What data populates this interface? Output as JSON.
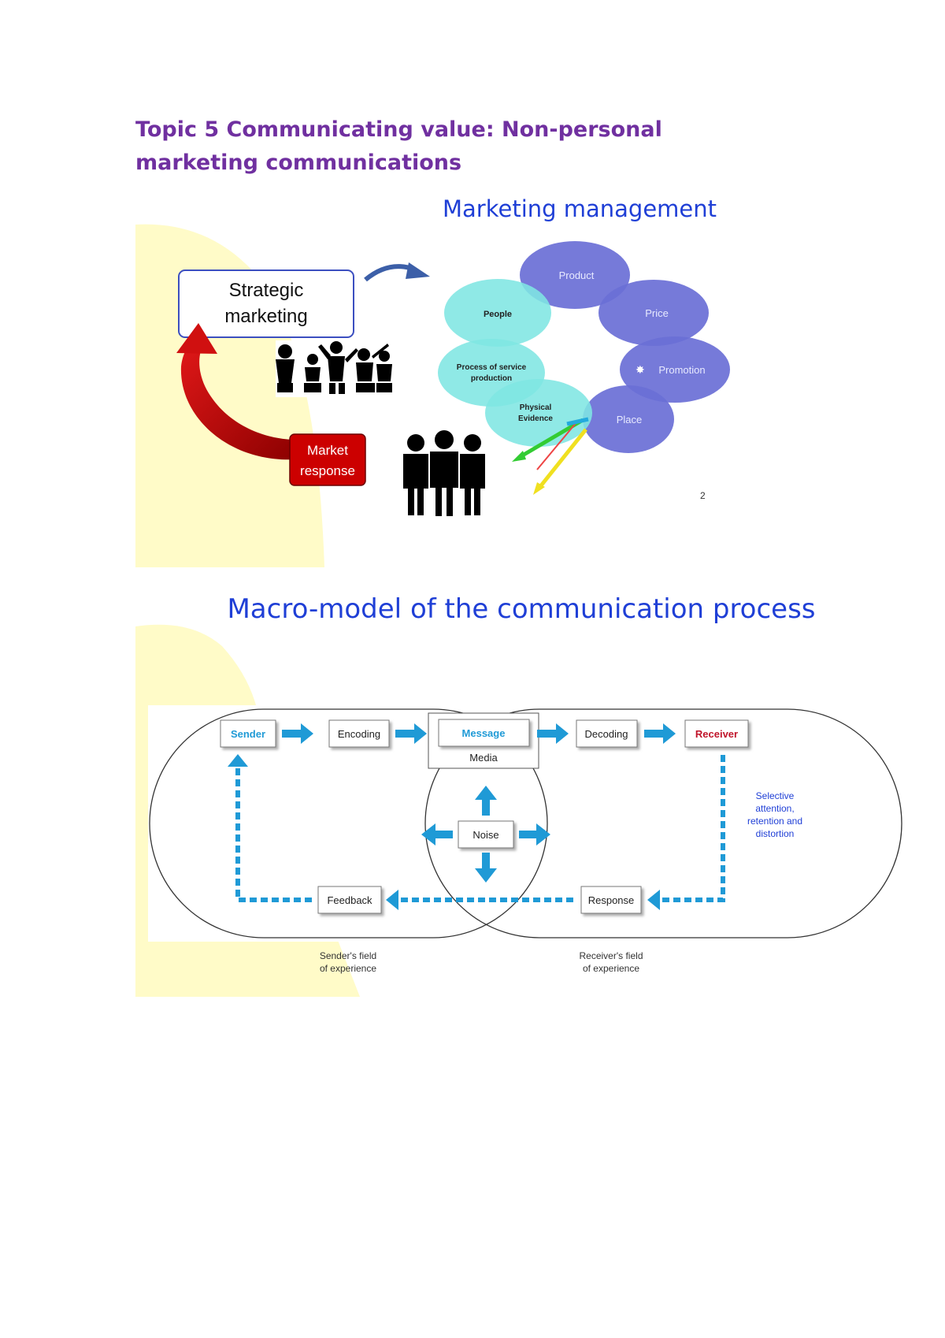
{
  "page": {
    "heading": "Topic 5 Communicating value: Non-personal marketing communications"
  },
  "slide1": {
    "title": "Marketing management",
    "strategic_line1": "Strategic",
    "strategic_line2": "marketing",
    "market_line1": "Market",
    "market_line2": "response",
    "slide_number": "2",
    "mix": {
      "product": "Product",
      "price": "Price",
      "promotion": "Promotion",
      "place": "Place",
      "people": "People",
      "process_line1": "Process of service",
      "process_line2": "production",
      "evidence_line1": "Physical",
      "evidence_line2": "Evidence"
    },
    "colors": {
      "p_circle": "#6a6fd6",
      "s_circle": "#7fe6e2",
      "title": "#1f3fd6",
      "arrow_red": "#c00000"
    }
  },
  "slide2": {
    "title": "Macro-model of the communication process",
    "sender": "Sender",
    "encoding": "Encoding",
    "message": "Message",
    "media": "Media",
    "decoding": "Decoding",
    "receiver": "Receiver",
    "noise": "Noise",
    "feedback": "Feedback",
    "response": "Response",
    "selective": [
      "Selective",
      "attention,",
      "retention and",
      "distortion"
    ],
    "sender_field": [
      "Sender's field",
      "of experience"
    ],
    "receiver_field": [
      "Receiver's field",
      "of experience"
    ],
    "colors": {
      "arrow": "#1f9ad6",
      "title": "#1f3fd6"
    }
  }
}
